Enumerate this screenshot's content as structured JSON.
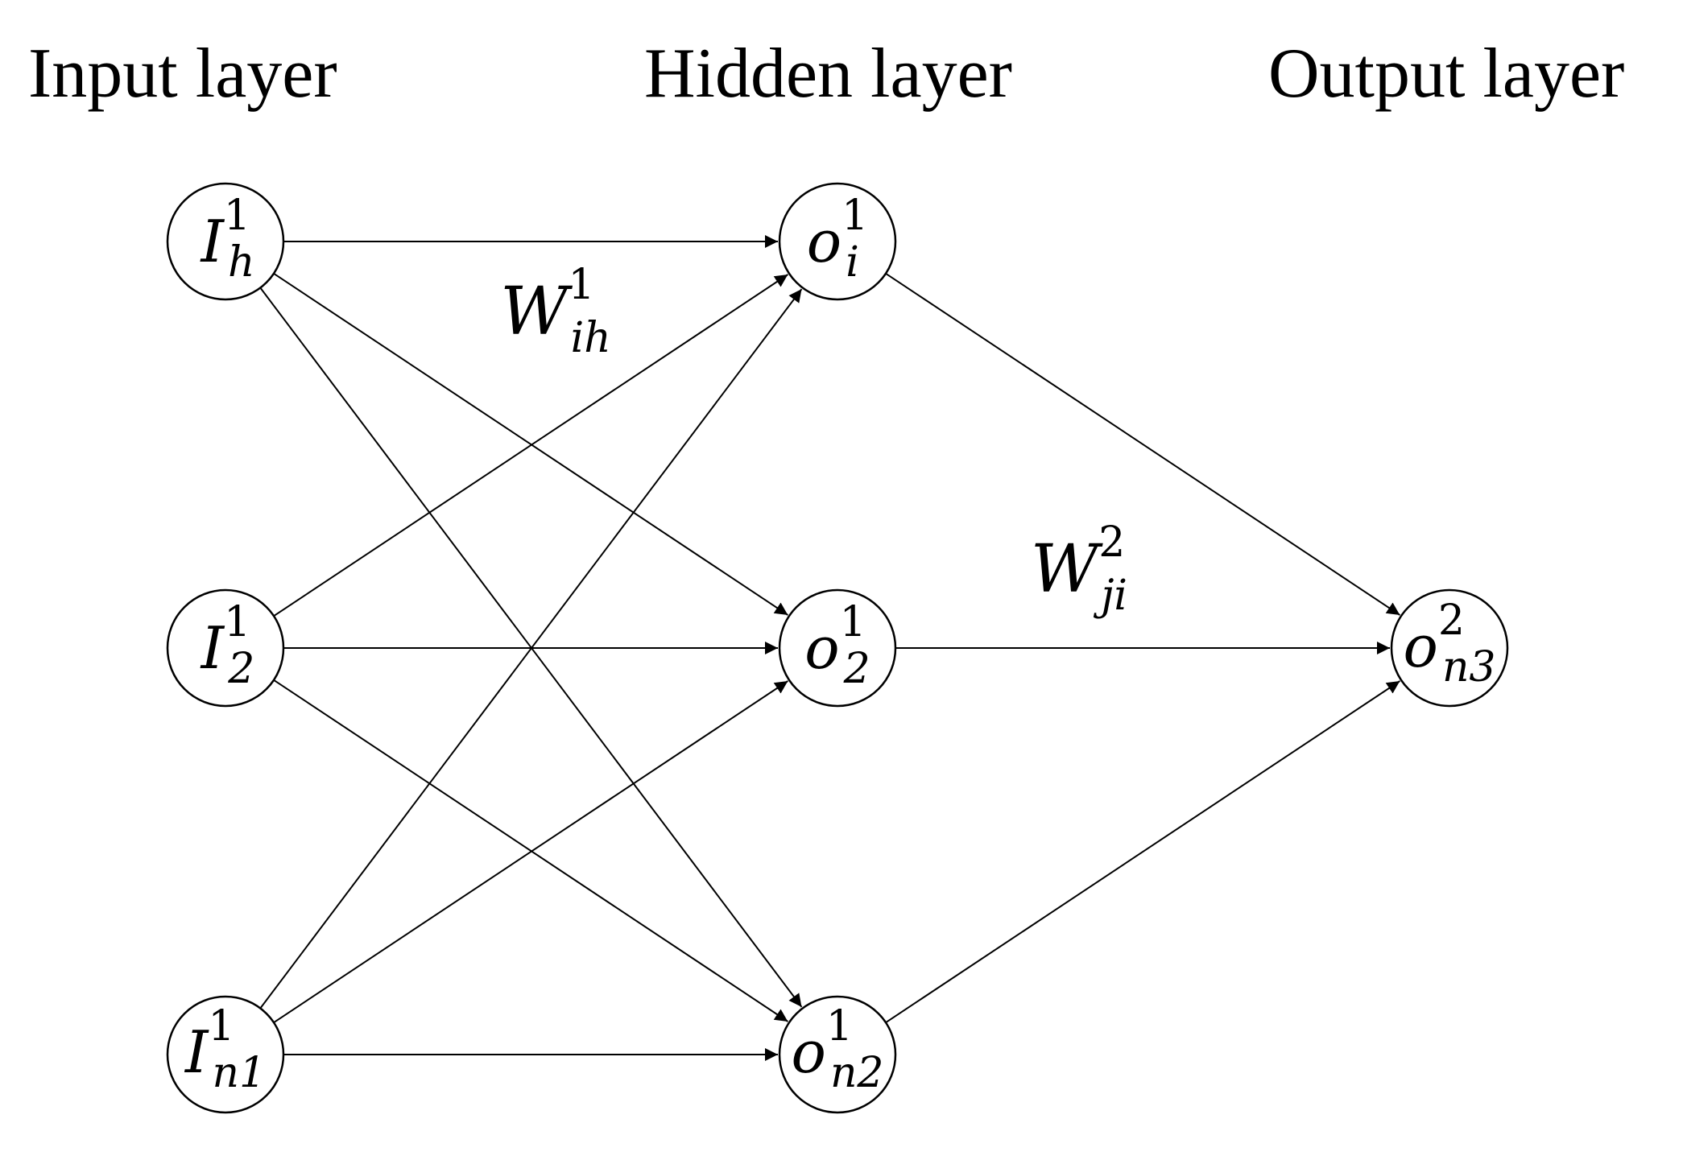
{
  "layers": {
    "input_title": "Input layer",
    "hidden_title": "Hidden layer",
    "output_title": "Output layer"
  },
  "nodes": {
    "input_1": {
      "base": "I",
      "sub": "h",
      "sup": "1"
    },
    "input_2": {
      "base": "I",
      "sub": "2",
      "sup": "1"
    },
    "input_3": {
      "base": "I",
      "sub": "n1",
      "sup": "1"
    },
    "hidden_1": {
      "base": "o",
      "sub": "i",
      "sup": "1"
    },
    "hidden_2": {
      "base": "o",
      "sub": "2",
      "sup": "1"
    },
    "hidden_3": {
      "base": "o",
      "sub": "n2",
      "sup": "1"
    },
    "output_1": {
      "base": "o",
      "sub": "n3",
      "sup": "2"
    }
  },
  "weights": {
    "w1": {
      "base": "W",
      "sub": "ih",
      "sup": "1"
    },
    "w2": {
      "base": "W",
      "sub": "ji",
      "sup": "2"
    }
  },
  "colors": {
    "line": "#000000",
    "background": "#ffffff"
  }
}
